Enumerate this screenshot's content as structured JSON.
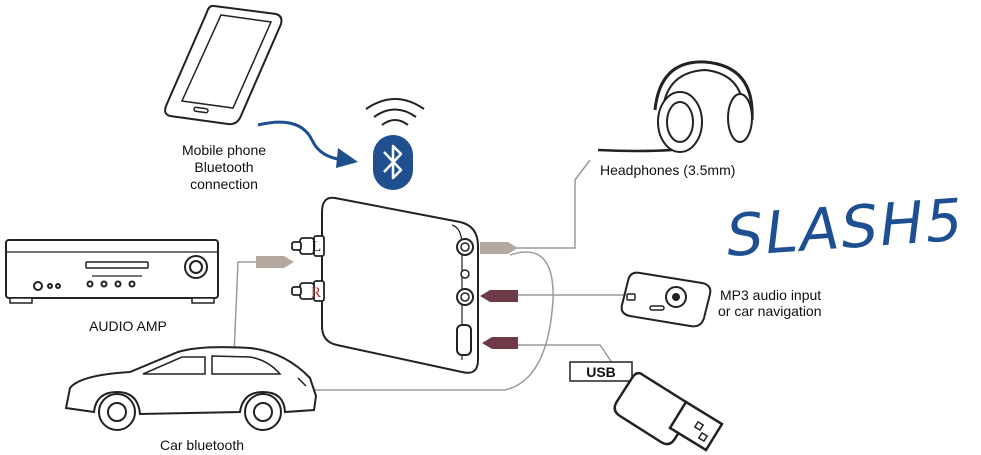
{
  "labels": {
    "phone_line1": "Mobile phone",
    "phone_line2": "Bluetooth",
    "phone_line3": "connection",
    "headphones": "Headphones (3.5mm)",
    "brand": "SLASH5",
    "mp3_line1": "MP3 audio input",
    "mp3_line2": "or  car navigation",
    "usb": "USB",
    "audio_amp": "AUDIO AMP",
    "car_bluetooth": "Car bluetooth",
    "jack_left": "L",
    "jack_right": "R"
  },
  "colors": {
    "line": "#9a9a9a",
    "outline": "#222222",
    "bluetooth": "#1f4f8f",
    "brand": "#1e4f92",
    "arrow_out": "#b5a89f",
    "arrow_in": "#6e3a48",
    "jack_label": "#b8312f"
  },
  "icons": [
    "mobile-phone-icon",
    "bluetooth-icon",
    "wifi-waves-icon",
    "headphones-icon",
    "mp3-player-icon",
    "usb-stick-icon",
    "audio-amp-icon",
    "car-icon",
    "adapter-device-icon"
  ]
}
